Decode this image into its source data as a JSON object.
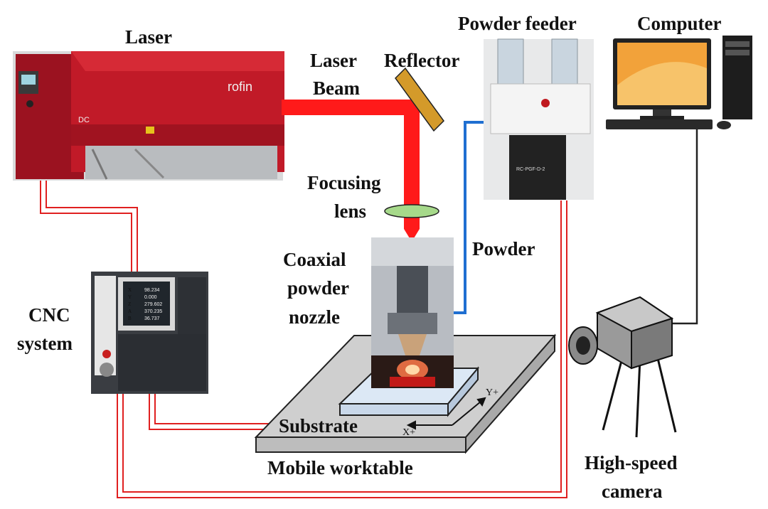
{
  "labels": {
    "laser": "Laser",
    "laser_beam_1": "Laser",
    "laser_beam_2": "Beam",
    "reflector": "Reflector",
    "powder_feeder": "Powder feeder",
    "computer": "Computer",
    "focusing_lens_1": "Focusing",
    "focusing_lens_2": "lens",
    "powder": "Powder",
    "nozzle_1": "Coaxial",
    "nozzle_2": "powder",
    "nozzle_3": "nozzle",
    "cnc_1": "CNC",
    "cnc_2": "system",
    "substrate": "Substrate",
    "worktable": "Mobile worktable",
    "camera_1": "High-speed",
    "camera_2": "camera",
    "axis_y": "Y+",
    "axis_x": "X+"
  },
  "device_text": {
    "laser_brand": "rofin",
    "laser_model": "DC",
    "cnc_readout": [
      "98.234",
      "0.000",
      "279.602",
      "370.235",
      "36.737"
    ],
    "cnc_axes": [
      "X",
      "Y",
      "Z",
      "A",
      "B"
    ],
    "feeder_model": "RC-PGF-D-2"
  },
  "colors": {
    "laser_beam": "#ff1a1a",
    "laser_body": "#b3121f",
    "cable_red": "#e02020",
    "powder_line": "#1f6fd1",
    "lens_fill": "#a6d98a",
    "reflector_fill": "#d49a2a",
    "table_fill": "#cfcfcf",
    "substrate_fill": "#dce8f5"
  }
}
